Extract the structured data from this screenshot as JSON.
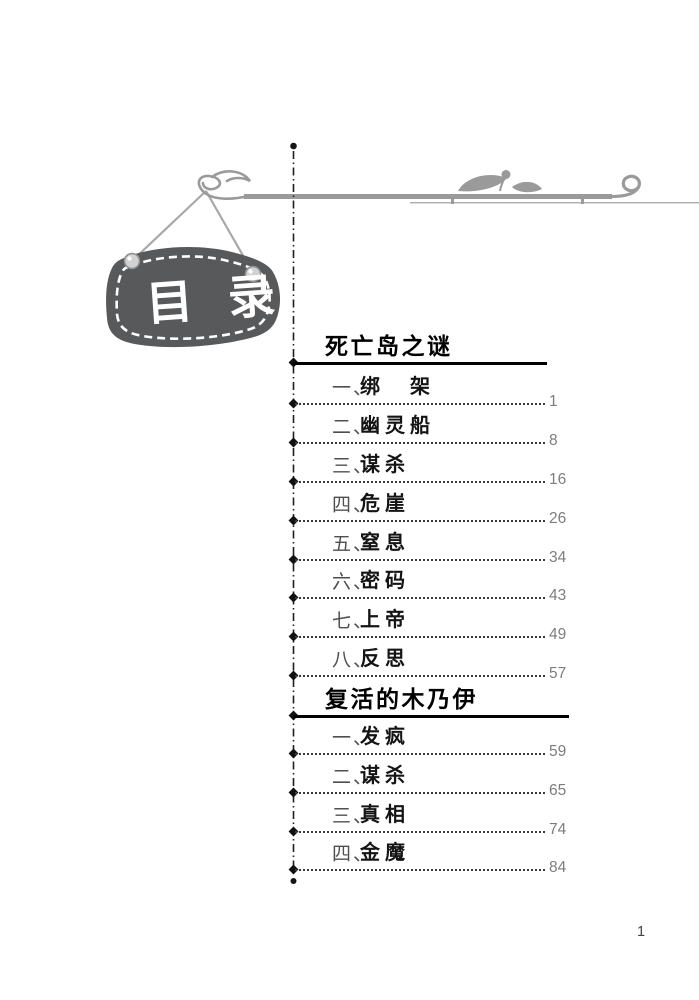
{
  "board": {
    "title": "目录"
  },
  "sections": [
    {
      "title": "死亡岛之谜",
      "items": [
        {
          "ordinal": "一、",
          "title": "绑　架",
          "page": "1"
        },
        {
          "ordinal": "二、",
          "title": "幽灵船",
          "page": "8"
        },
        {
          "ordinal": "三、",
          "title": "谋杀",
          "page": "16"
        },
        {
          "ordinal": "四、",
          "title": "危崖",
          "page": "26"
        },
        {
          "ordinal": "五、",
          "title": "窒息",
          "page": "34"
        },
        {
          "ordinal": "六、",
          "title": "密码",
          "page": "43"
        },
        {
          "ordinal": "七、",
          "title": "上帝",
          "page": "49"
        },
        {
          "ordinal": "八、",
          "title": "反思",
          "page": "57"
        }
      ]
    },
    {
      "title": "复活的木乃伊",
      "items": [
        {
          "ordinal": "一、",
          "title": "发疯",
          "page": "59"
        },
        {
          "ordinal": "二、",
          "title": "谋杀",
          "page": "65"
        },
        {
          "ordinal": "三、",
          "title": "真相",
          "page": "74"
        },
        {
          "ordinal": "四、",
          "title": "金魔",
          "page": "84"
        }
      ]
    }
  ],
  "footer": {
    "page_number": "1"
  },
  "icons": {
    "board": "hanging-chalkboard",
    "flourish_left": "scroll-flourish",
    "flourish_center": "leaf-sprig",
    "flourish_right": "line-curl"
  },
  "colors": {
    "board_bg": "#58595b",
    "rule_gray": "#9a9a9a",
    "ink": "#1a1a1a",
    "ordinal_gray": "#4f4f4f",
    "page_number_gray": "#7d7d7d"
  }
}
